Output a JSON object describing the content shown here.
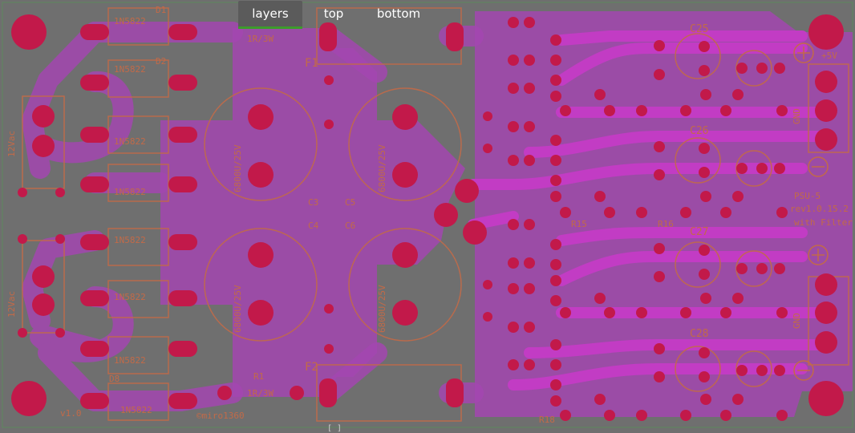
{
  "tabs": [
    {
      "label": "layers",
      "active": true
    },
    {
      "label": "top",
      "active": false
    },
    {
      "label": "bottom",
      "active": false
    }
  ],
  "labels": {
    "d1": "D1",
    "d2": "D2",
    "d8": "D8",
    "diode1": "1N5822",
    "diode2": "1N5822",
    "diode3": "1N5822",
    "diode4": "1N5822",
    "diode5": "1N5822",
    "diode6": "1N5822",
    "diode7": "1N5822",
    "diode8": "1N5822",
    "r_top": "1R/3W",
    "r_bot": "1R/3W",
    "r1": "R1",
    "f1": "F1",
    "f2": "F2",
    "cap1": "6800U/25V",
    "cap2": "6800U/25V",
    "cap3": "6800U/25V",
    "cap4": "6800U/25V",
    "c3": "C3",
    "c5": "C5",
    "c4": "C4",
    "c6": "C6",
    "c25": "C25",
    "c26": "C26",
    "c27": "C27",
    "c28": "C28",
    "vin_top": "12Vac",
    "vin_bot": "12Vac",
    "gnd_top": "GND",
    "gnd_bot": "GND",
    "brand": "PSU-5",
    "brand2": "rev1.0.15.2",
    "filter": "with Filter",
    "author": "©miro1360",
    "ver": "v1.0",
    "r15": "R15",
    "r16": "R16",
    "r18": "R18",
    "s_vp": "+5V"
  },
  "colors": {
    "board": "#6f6f6f",
    "copper": "#a347b0",
    "trace": "#c23cc4",
    "pad": "#c2194a",
    "silk": "#c26a48",
    "tab_active_underline": "#3c9c2b"
  }
}
